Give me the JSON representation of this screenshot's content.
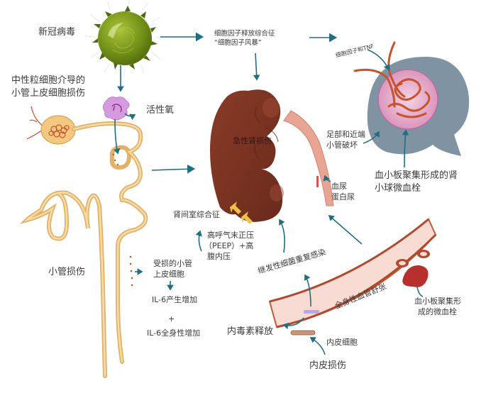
{
  "diagram": {
    "title": "",
    "colors": {
      "arrow": "#1f6f80",
      "virus": "#7a9a1a",
      "kidney": "#7a3222",
      "ureter": "#e8a593",
      "tubule": "#f1c77a",
      "glomerulus_capsule": "#7f93a3",
      "glomerulus_inner": "#e8b7d0",
      "capillary": "#c6532c",
      "vessel_wall": "#c55a37",
      "vessel_fill": "#f8dcd3",
      "clot": "#b8302e",
      "neutrophil": "#d59adf",
      "pressure_arrow": "#f1c24a",
      "endotoxin": "#b8a6ee"
    },
    "nodes": {
      "virus": "新冠病毒",
      "neutrophil_injury": [
        "中性粒细胞介导的",
        "小管上皮细胞损伤"
      ],
      "ros": "活性氧",
      "cytokine_storm": [
        "细胞因子释放综合征",
        "“细胞因子风暴”"
      ],
      "cytokines_tnf": "细胞因子和TNF",
      "podocyte_damage": [
        "足部和近端",
        "小管破坏"
      ],
      "glomerular_thrombus": [
        "血小板聚集形成的肾",
        "小球微血栓"
      ],
      "aki": "急性肾损伤",
      "hematuria": [
        "血尿",
        "蛋白尿"
      ],
      "compartment": "肾间室综合征",
      "peep": [
        "高呼气末正压",
        "（PEEP）+高",
        "腹内压"
      ],
      "tubular_injury": "小管损伤",
      "damaged_epithelium": [
        "受损的小管",
        "上皮细胞"
      ],
      "il6_production": "IL-6产生增加",
      "plus": "+",
      "il6_systemic": "IL-6全身性增加",
      "secondary_infection": "继发性细菌重复感染",
      "vasodilation": "全身性血管舒张",
      "platelet_microthrombus": [
        "血小板聚集形",
        "成的微血栓"
      ],
      "endotoxin_release": "内毒素释放",
      "endothelial_cell": "内皮细胞",
      "endothelial_injury": "内皮损伤"
    }
  }
}
